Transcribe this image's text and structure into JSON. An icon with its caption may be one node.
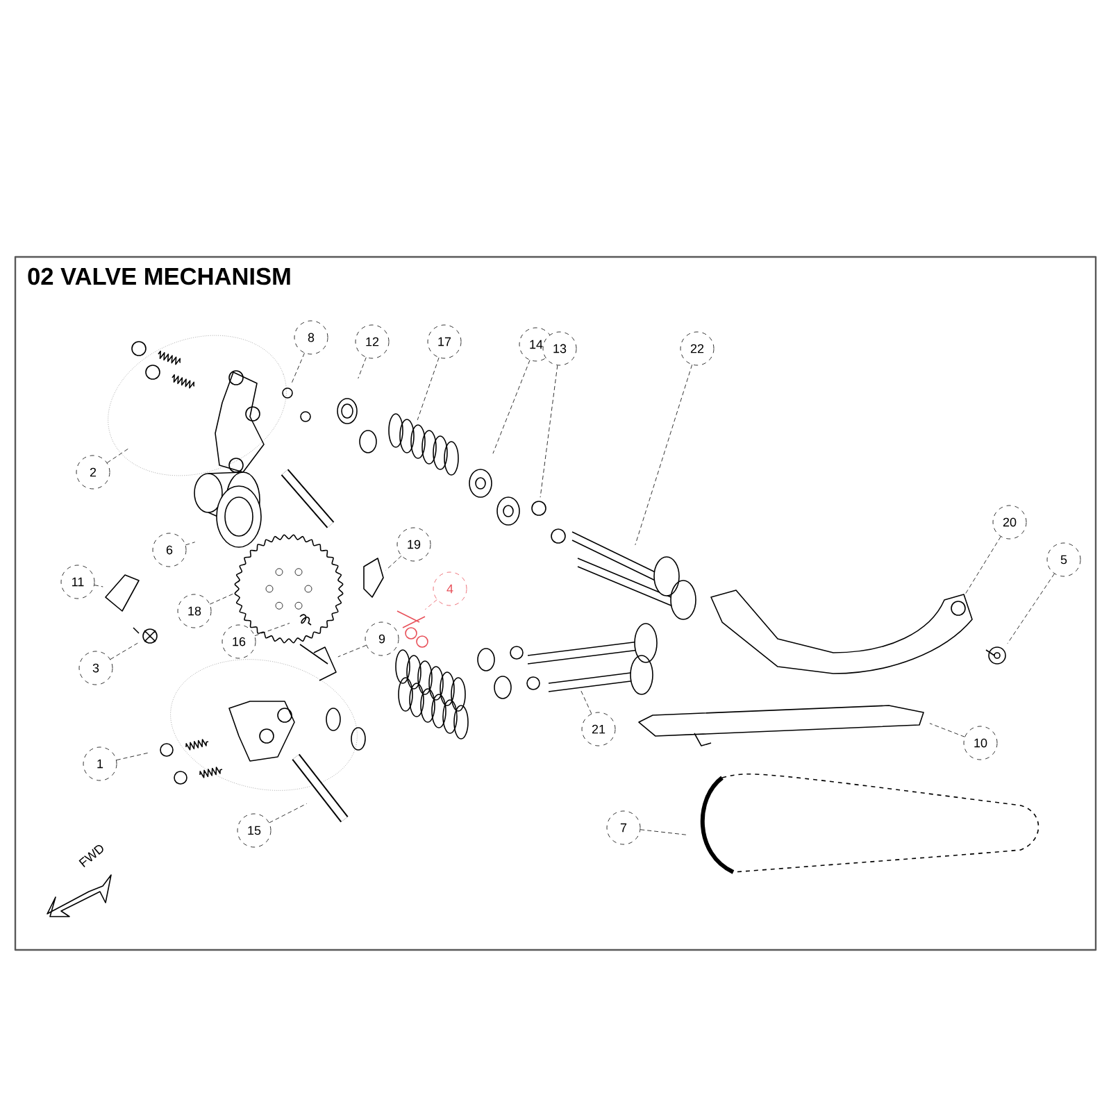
{
  "diagram": {
    "title": "02 VALVE MECHANISM",
    "nodes": [
      {
        "text": [
          "8"
        ]
      },
      {
        "text": [
          "12"
        ]
      },
      {
        "text": [
          "17"
        ]
      },
      {
        "text": [
          "14"
        ]
      },
      {
        "text": [
          "13"
        ]
      },
      {
        "text": [
          "22"
        ]
      },
      {
        "text": [
          "2"
        ]
      },
      {
        "text": [
          "20"
        ]
      },
      {
        "text": [
          "19"
        ]
      },
      {
        "text": [
          "6"
        ]
      },
      {
        "text": [
          "5"
        ]
      },
      {
        "text": [
          "11"
        ]
      },
      {
        "text": [
          "4"
        ]
      },
      {
        "text": [
          "18"
        ]
      },
      {
        "text": [
          "16"
        ]
      },
      {
        "text": [
          "9"
        ]
      },
      {
        "text": [
          "3"
        ]
      },
      {
        "text": [
          "21"
        ]
      },
      {
        "text": [
          "10"
        ]
      },
      {
        "text": [
          "1"
        ]
      },
      {
        "text": [
          "15"
        ]
      },
      {
        "text": [
          "7"
        ]
      }
    ],
    "edges": [
      {
        "from": 0,
        "to": null,
        "arrow": "none"
      },
      {
        "from": 1,
        "to": null,
        "arrow": "none"
      },
      {
        "from": 2,
        "to": null,
        "arrow": "none"
      },
      {
        "from": 3,
        "to": null,
        "arrow": "none"
      },
      {
        "from": 4,
        "to": null,
        "arrow": "none"
      },
      {
        "from": 5,
        "to": null,
        "arrow": "none"
      },
      {
        "from": 6,
        "to": null,
        "arrow": "none"
      },
      {
        "from": 7,
        "to": null,
        "arrow": "none"
      },
      {
        "from": 8,
        "to": null,
        "arrow": "none"
      },
      {
        "from": 9,
        "to": null,
        "arrow": "none"
      },
      {
        "from": 10,
        "to": null,
        "arrow": "none"
      },
      {
        "from": 11,
        "to": null,
        "arrow": "none"
      },
      {
        "from": 12,
        "to": null,
        "arrow": "none",
        "color": "#e8515a"
      },
      {
        "from": 13,
        "to": null,
        "arrow": "none"
      },
      {
        "from": 14,
        "to": null,
        "arrow": "none"
      },
      {
        "from": 15,
        "to": null,
        "arrow": "none"
      },
      {
        "from": 16,
        "to": null,
        "arrow": "none"
      },
      {
        "from": 17,
        "to": null,
        "arrow": "none"
      },
      {
        "from": 18,
        "to": null,
        "arrow": "none"
      },
      {
        "from": 19,
        "to": null,
        "arrow": "none"
      },
      {
        "from": 20,
        "to": null,
        "arrow": "none"
      },
      {
        "from": 21,
        "to": null,
        "arrow": "none"
      }
    ],
    "labels": [
      "FWD"
    ]
  }
}
